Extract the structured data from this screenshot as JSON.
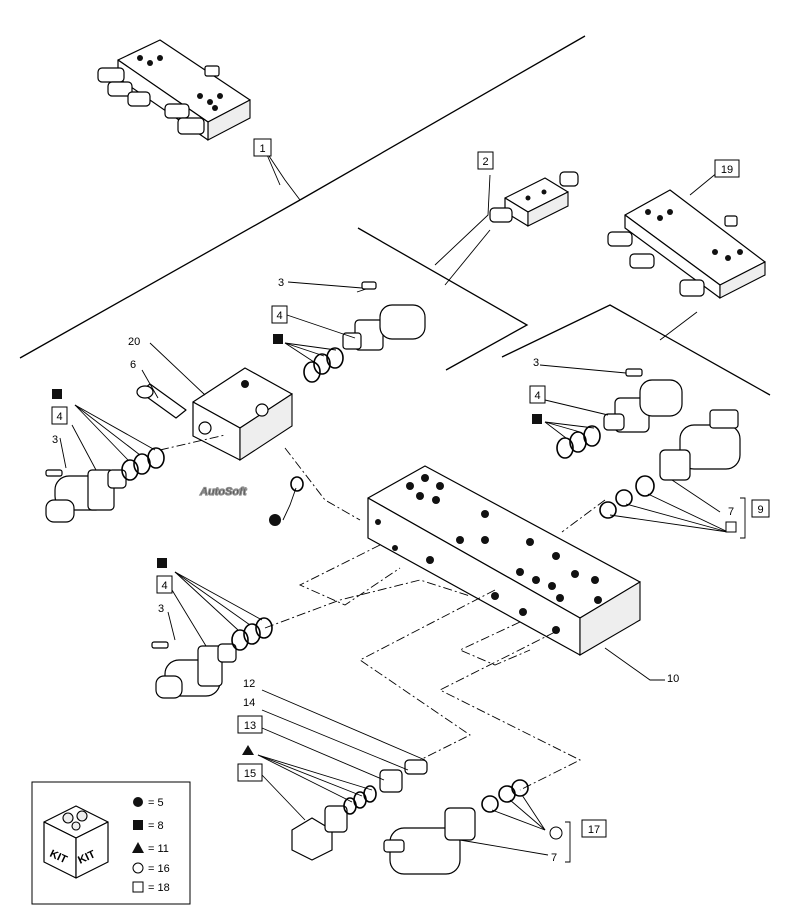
{
  "watermark": "AutoSoft",
  "callouts": {
    "c1": "1",
    "c2": "2",
    "c3a": "3",
    "c3b": "3",
    "c3c": "3",
    "c3d": "3",
    "c4a": "4",
    "c4b": "4",
    "c4c": "4",
    "c4d": "4",
    "c6": "6",
    "c7a": "7",
    "c7b": "7",
    "c9": "9",
    "c10": "10",
    "c12": "12",
    "c13": "13",
    "c14": "14",
    "c15": "15",
    "c17": "17",
    "c19": "19",
    "c20": "20"
  },
  "legend": {
    "items": [
      {
        "symbol": "filled-circle",
        "text": "= 5"
      },
      {
        "symbol": "filled-square",
        "text": "= 8"
      },
      {
        "symbol": "filled-triangle",
        "text": "= 11"
      },
      {
        "symbol": "open-circle",
        "text": "= 16"
      },
      {
        "symbol": "open-square",
        "text": "= 18"
      }
    ],
    "kit_label_left": "KIT",
    "kit_label_right": "KIT"
  }
}
